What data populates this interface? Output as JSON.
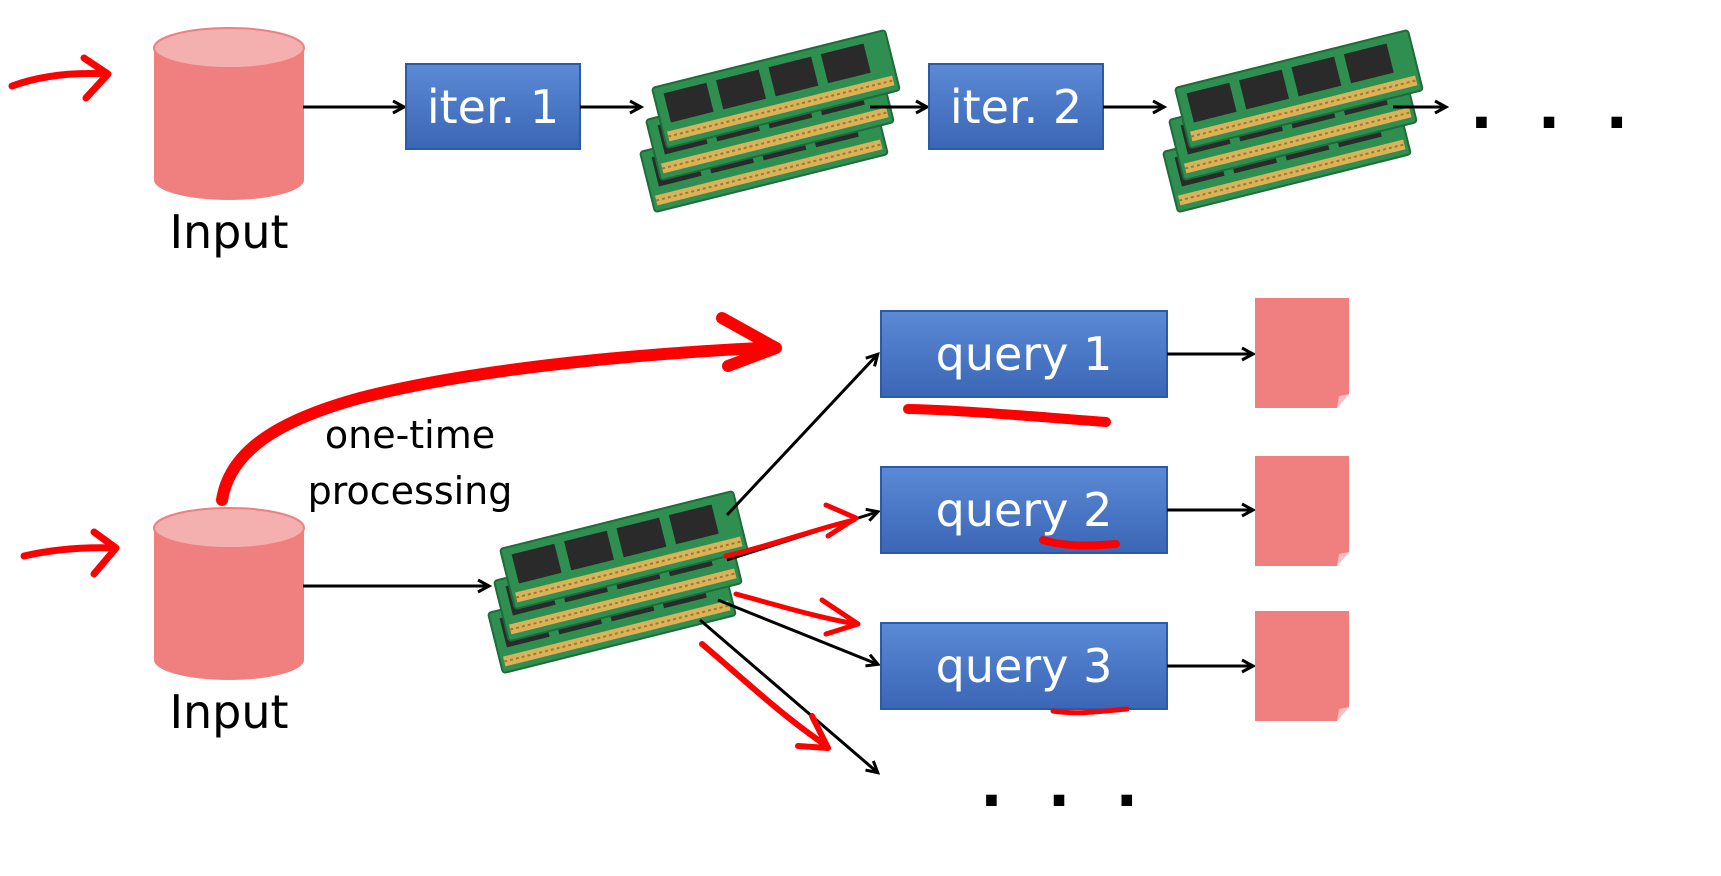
{
  "top_row": {
    "source_label": "Input",
    "iterations": [
      "iter. 1",
      "iter. 2"
    ],
    "continuation": ". . ."
  },
  "bottom_row": {
    "source_label": "Input",
    "annotation_lines": [
      "one-time",
      "processing"
    ],
    "queries": [
      "query 1",
      "query 2",
      "query 3"
    ],
    "continuation": ". . ."
  },
  "colors": {
    "process_box": "#4472C4",
    "storage": "#F08080",
    "storage_top": "#F4AFAF",
    "annotation_pen": "#FF0000",
    "memory_pcb": "#2F8F50",
    "memory_chip": "#2A2A2A"
  },
  "icons": {
    "storage": "database-cylinder-icon",
    "memory": "ram-stack-icon",
    "output": "document-icon"
  }
}
